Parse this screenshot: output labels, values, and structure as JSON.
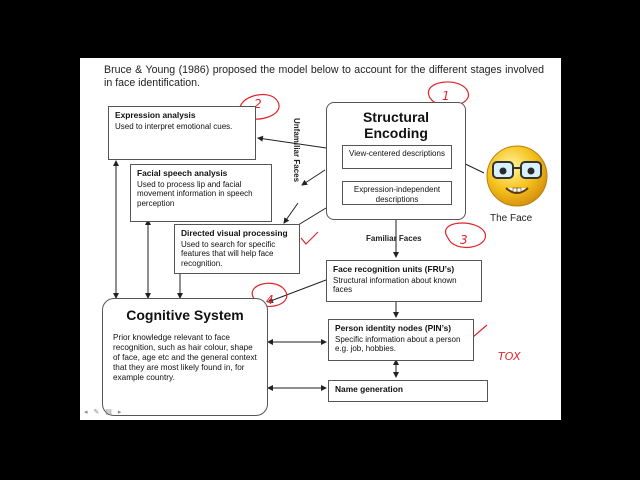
{
  "intro": "Bruce & Young (1986) proposed the model below to account for the different stages involved in face identification.",
  "boxes": {
    "expression": {
      "title": "Expression analysis",
      "desc": "Used to interpret emotional cues."
    },
    "facial_speech": {
      "title": "Facial speech analysis",
      "desc": "Used to process lip and facial movement information in speech perception"
    },
    "directed_visual": {
      "title": "Directed visual processing",
      "desc": "Used to search for specific features that will help face recognition."
    },
    "structural": {
      "title": "Structural Encoding"
    },
    "view_centered": {
      "text": "View-centered descriptions"
    },
    "expression_independent": {
      "text": "Expression-independent descriptions"
    },
    "fru": {
      "title": "Face recognition units (FRU’s)",
      "desc": "Structural information about known faces"
    },
    "pin": {
      "title": "Person identity nodes (PIN’s)",
      "desc": "Specific information about a person e.g. job, hobbies."
    },
    "name_generation": {
      "title": "Name generation"
    },
    "cognitive": {
      "title": "Cognitive System",
      "desc": "Prior knowledge relevant to face recognition, such as hair colour, shape of face, age etc and the general context that they are most likely found in, for example country."
    }
  },
  "labels": {
    "unfamiliar": "Unfamiliar Faces",
    "familiar": "Familiar Faces",
    "the_face": "The Face"
  },
  "annotations": {
    "numbers": [
      "2",
      "1",
      "3",
      "4"
    ],
    "tox": "TOX"
  },
  "colors": {
    "annotation": "#e0252d",
    "slide_bg": "#ffffff",
    "page_bg": "#000000",
    "face": "#f6c21c"
  }
}
